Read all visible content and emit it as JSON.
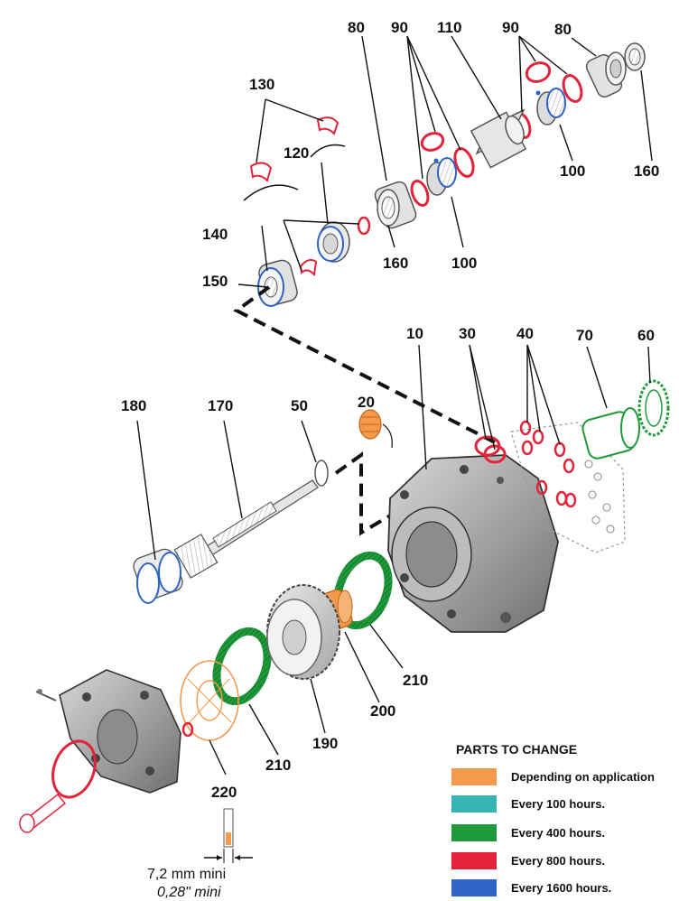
{
  "callouts": {
    "c80a": "80",
    "c90a": "90",
    "c110": "110",
    "c90b": "90",
    "c80b": "80",
    "c130": "130",
    "c120": "120",
    "c100a": "100",
    "c160a": "160",
    "c140": "140",
    "c150": "150",
    "c160b": "160",
    "c100b": "100",
    "c10": "10",
    "c30": "30",
    "c40": "40",
    "c70": "70",
    "c60": "60",
    "c180": "180",
    "c170": "170",
    "c50": "50",
    "c20": "20",
    "c210a": "210",
    "c200": "200",
    "c190": "190",
    "c210b": "210",
    "c220": "220"
  },
  "legend": {
    "title": "PARTS TO CHANGE",
    "items": [
      {
        "label": "Depending on application",
        "color": "#f39a4d"
      },
      {
        "label": "Every 100 hours.",
        "color": "#38b3b6"
      },
      {
        "label": "Every 400 hours.",
        "color": "#1f9a3a"
      },
      {
        "label": "Every 800 hours.",
        "color": "#e2233a"
      },
      {
        "label": "Every 1600 hours.",
        "color": "#2f63c6"
      }
    ]
  },
  "dimension": {
    "metric": "7,2 mm mini",
    "imperial": "0,28\" mini"
  },
  "colors": {
    "orange": "#f39a4d",
    "teal": "#38b3b6",
    "green": "#1f9a3a",
    "red": "#e2233a",
    "blue": "#2f63c6",
    "gray": "#7a7a7a"
  }
}
